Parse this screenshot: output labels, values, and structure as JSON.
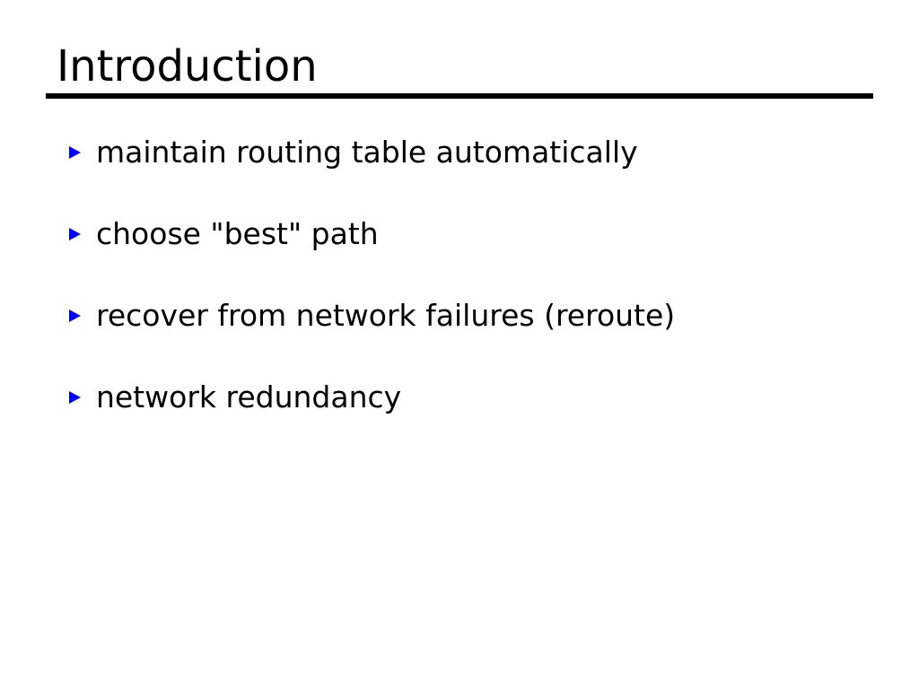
{
  "slide": {
    "title": "Introduction",
    "background_color": "#ffffff",
    "title_color": "#000000",
    "rule_color": "#000000",
    "bullet_color": "#0000ff",
    "body_text_color": "#000000",
    "bullets": [
      {
        "marker": "triangle-right-bullet-icon",
        "text": "maintain routing table automatically"
      },
      {
        "marker": "triangle-right-bullet-icon",
        "text": "choose \"best\" path"
      },
      {
        "marker": "triangle-right-bullet-icon",
        "text": "recover from network failures (reroute)"
      },
      {
        "marker": "triangle-right-bullet-icon",
        "text": "network redundancy"
      }
    ]
  }
}
